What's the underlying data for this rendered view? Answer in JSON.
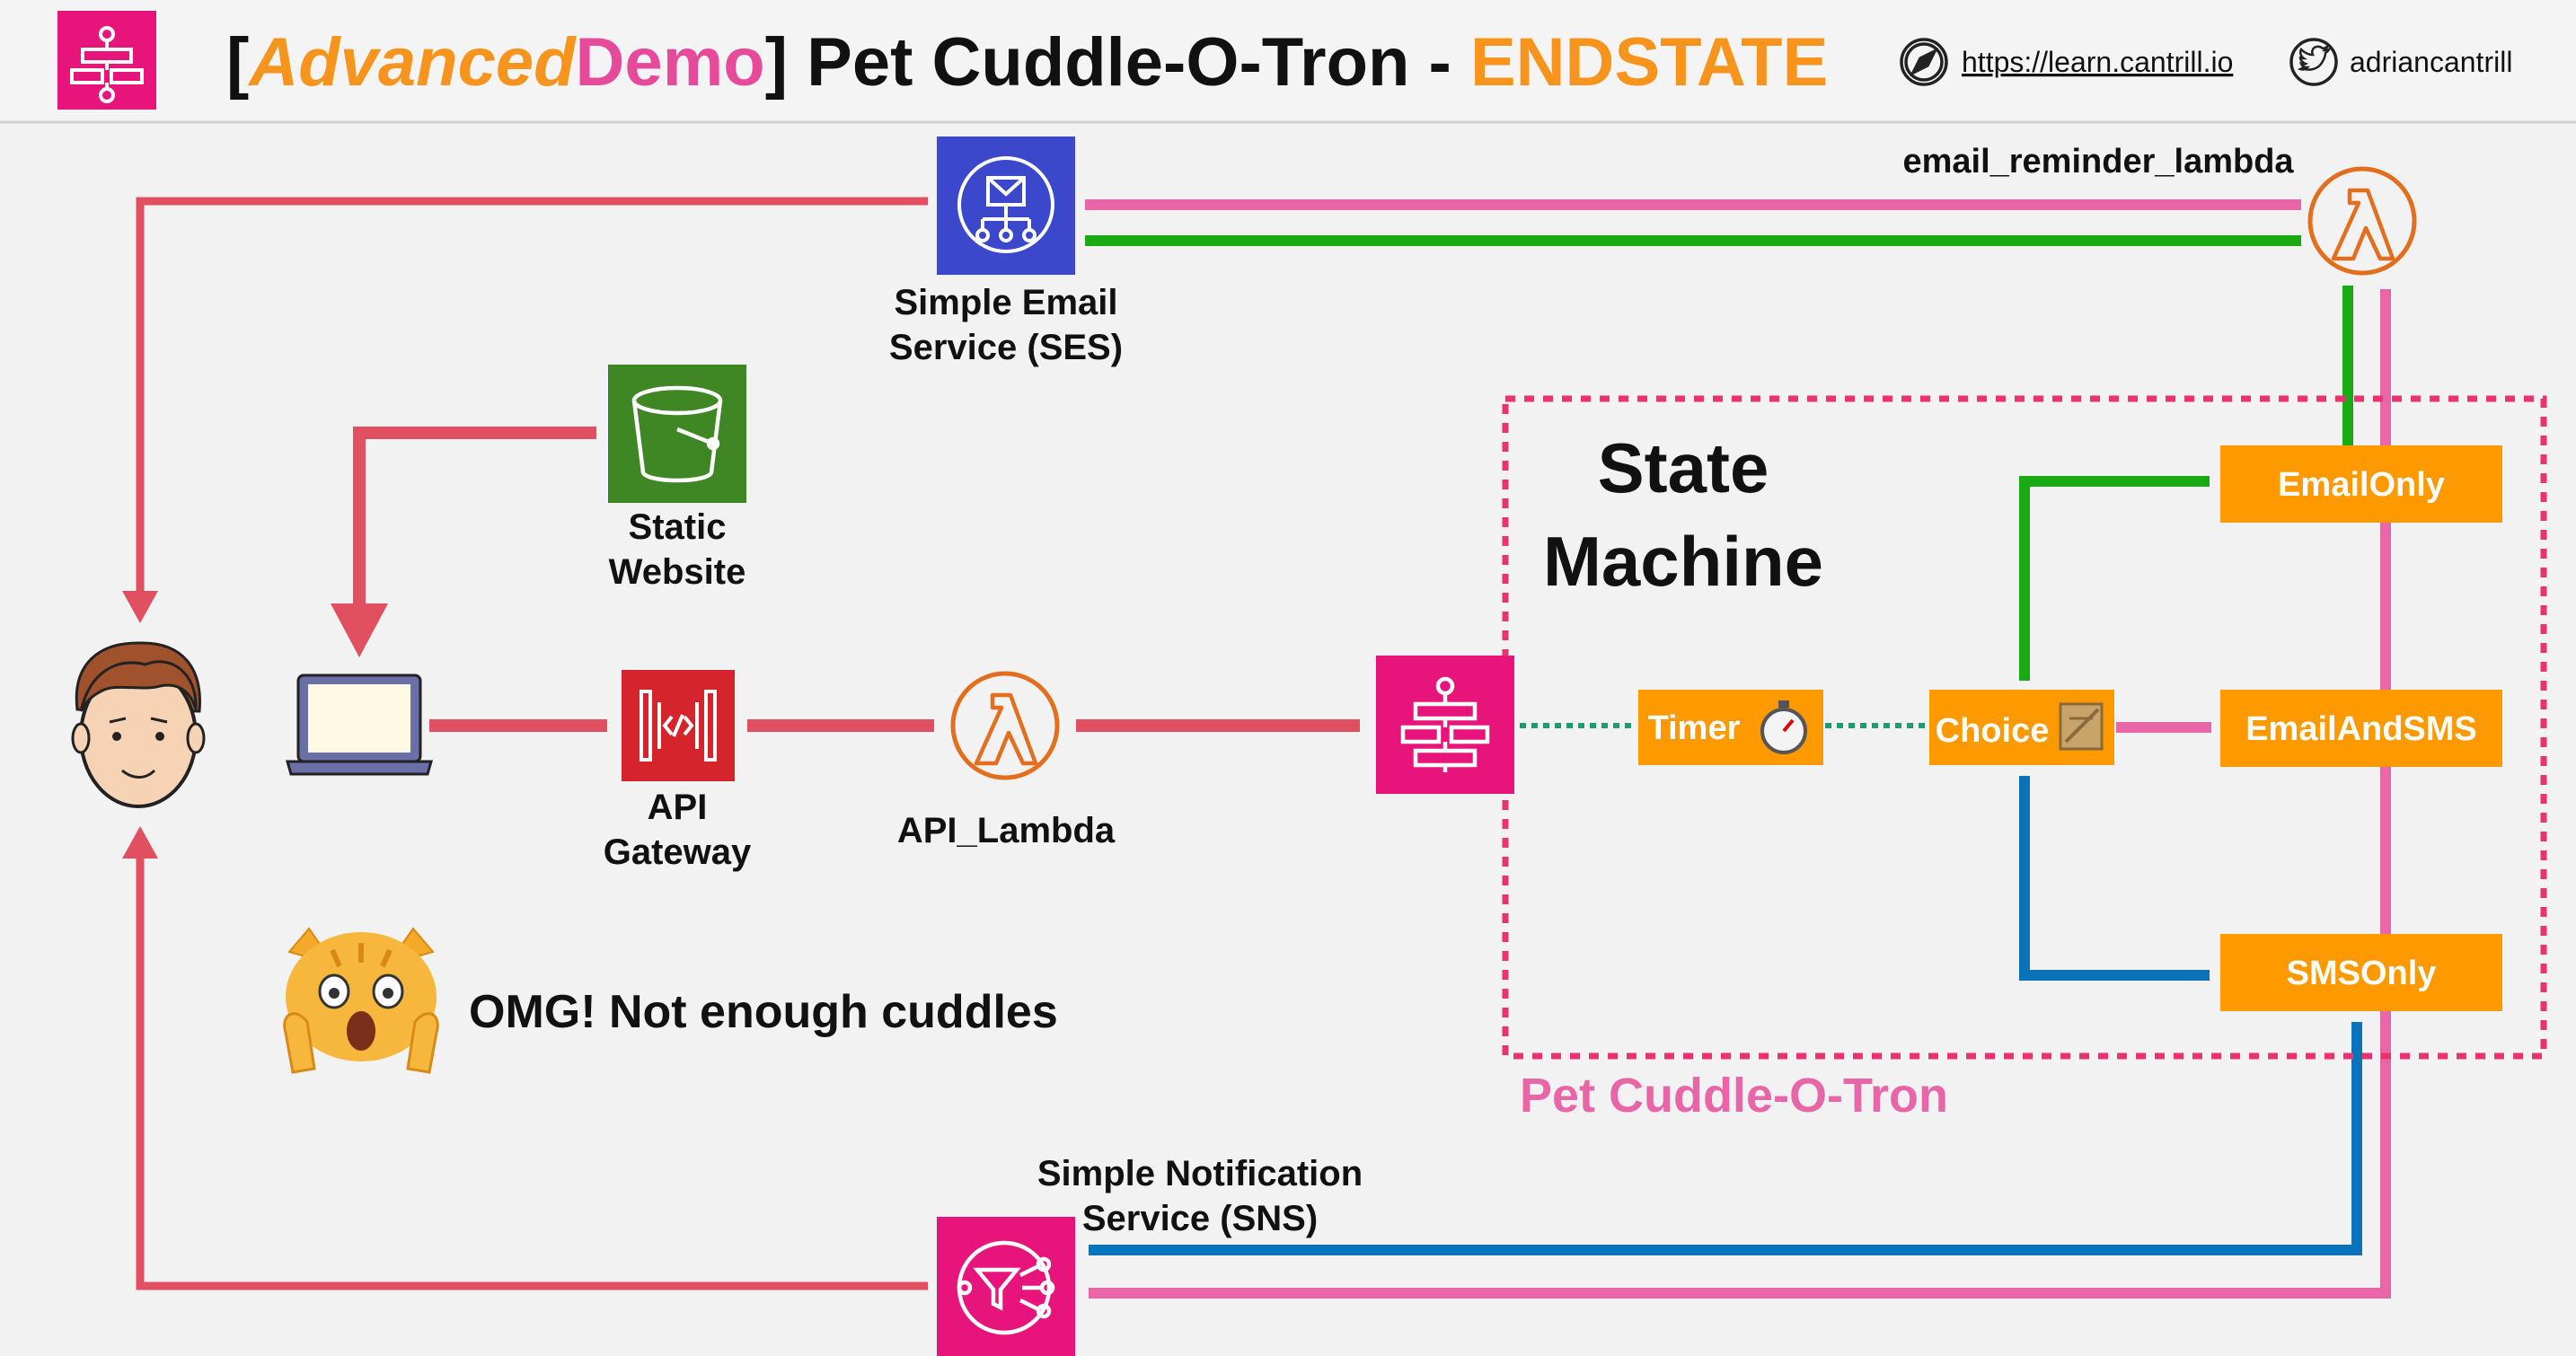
{
  "header": {
    "bracket_open": "[",
    "advanced": "Advanced",
    "demo": "Demo",
    "bracket_close": "]",
    "title_main": " Pet Cuddle-O-Tron - ",
    "endstate": "ENDSTATE",
    "website_url": "https://learn.cantrill.io",
    "twitter_handle": "adriancantrill"
  },
  "nodes": {
    "ses_label_1": "Simple Email",
    "ses_label_2": "Service (SES)",
    "email_lambda_label": "email_reminder_lambda",
    "s3_label_1": "Static",
    "s3_label_2": "Website",
    "apigw_label_1": "API",
    "apigw_label_2": "Gateway",
    "api_lambda_label": "API_Lambda",
    "sns_label_1": "Simple Notification",
    "sns_label_2": "Service (SNS)",
    "state_machine_label_1": "State",
    "state_machine_label_2": "Machine",
    "group_label": "Pet Cuddle-O-Tron",
    "cat_message": "OMG! Not enough cuddles"
  },
  "states": {
    "timer": "Timer",
    "choice": "Choice",
    "email_only": "EmailOnly",
    "email_and_sms": "EmailAndSMS",
    "sms_only": "SMSOnly"
  },
  "colors": {
    "title_orange": "#f7941d",
    "title_pink": "#e64b9b",
    "flow_red": "#e05060",
    "flow_pink": "#e866a8",
    "flow_green": "#1aab14",
    "flow_blue": "#0a73b8",
    "dotted_teal": "#1f9b74",
    "state_orange": "#ff9900",
    "step_functions_pink": "#e7157b",
    "ses_blue": "#3b48cc",
    "s3_green": "#3f8624",
    "apigw_red": "#d6242d",
    "lambda_orange": "#e36f1e",
    "group_pink": "#e8336f"
  }
}
